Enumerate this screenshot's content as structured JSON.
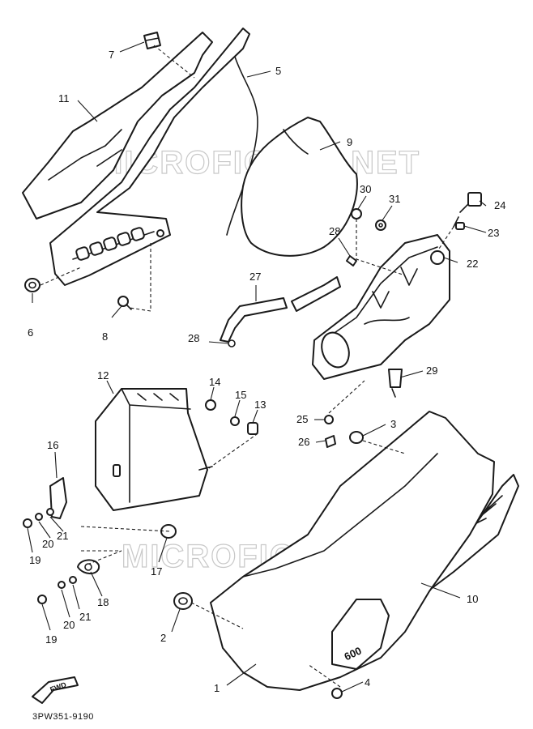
{
  "watermark": "MICROFICHES.NET",
  "diagram_code": "3PW351-9190",
  "fwd_label": "FWD",
  "badge_text": "600",
  "part_labels": [
    "1",
    "2",
    "3",
    "4",
    "5",
    "6",
    "7",
    "8",
    "9",
    "10",
    "11",
    "12",
    "13",
    "14",
    "15",
    "16",
    "17",
    "18",
    "19",
    "19",
    "20",
    "20",
    "21",
    "21",
    "22",
    "23",
    "24",
    "25",
    "26",
    "27",
    "28",
    "28",
    "29",
    "30",
    "31"
  ]
}
